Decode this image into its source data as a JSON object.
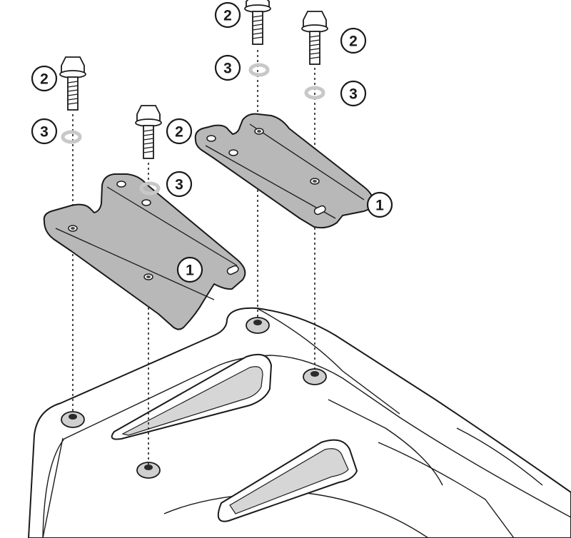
{
  "callouts": {
    "plate_left": "1",
    "plate_right": "1",
    "bolt_left_outer": "2",
    "bolt_left_inner": "2",
    "bolt_right_inner": "2",
    "bolt_right_outer": "2",
    "washer_left_outer": "3",
    "washer_left_inner": "3",
    "washer_right_inner": "3",
    "washer_right_outer": "3"
  }
}
